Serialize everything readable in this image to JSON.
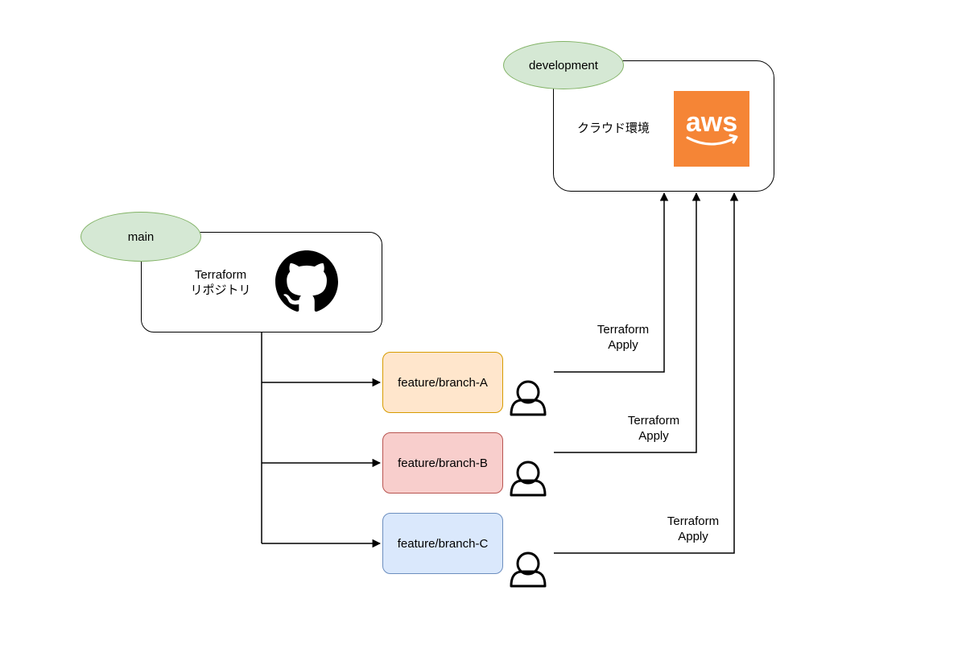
{
  "repo": {
    "branch_label": "main",
    "title_line1": "Terraform",
    "title_line2": "リポジトリ",
    "icon": "github-icon"
  },
  "cloud": {
    "env_label": "development",
    "title": "クラウド環境",
    "logo_text": "aws",
    "logo_color": "#f58536",
    "icon": "aws-logo-icon"
  },
  "branches": [
    {
      "label": "feature/branch-A",
      "fill": "#ffe6cc",
      "stroke": "#d79b00"
    },
    {
      "label": "feature/branch-B",
      "fill": "#f8cecc",
      "stroke": "#b85450"
    },
    {
      "label": "feature/branch-C",
      "fill": "#dae8fc",
      "stroke": "#6c8ebf"
    }
  ],
  "apply_labels": [
    {
      "line1": "Terraform",
      "line2": "Apply"
    },
    {
      "line1": "Terraform",
      "line2": "Apply"
    },
    {
      "line1": "Terraform",
      "line2": "Apply"
    }
  ],
  "user_icon": "user-icon"
}
